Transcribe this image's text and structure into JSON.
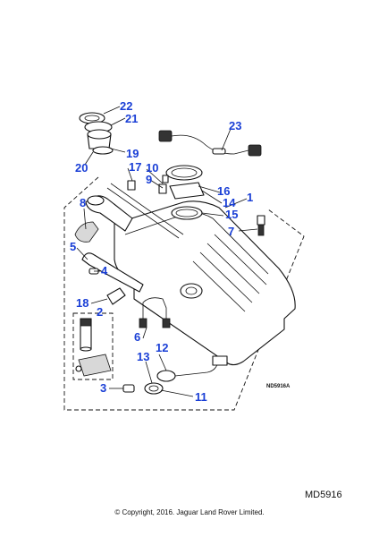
{
  "diagram": {
    "reference_code": "ND5916A",
    "diagram_id": "MD5916",
    "copyright": "© Copyright, 2016. Jaguar Land Rover Limited.",
    "callouts": {
      "c1": "1",
      "c2": "2",
      "c3": "3",
      "c4": "4",
      "c5": "5",
      "c6": "6",
      "c7": "7",
      "c8": "8",
      "c9": "9",
      "c10": "10",
      "c11": "11",
      "c12": "12",
      "c13": "13",
      "c14": "14",
      "c15": "15",
      "c16": "16",
      "c17": "17",
      "c18": "18",
      "c19": "19",
      "c20": "20",
      "c21": "21",
      "c22": "22",
      "c23": "23"
    },
    "colors": {
      "callout": "#1a3fd6",
      "line": "#111111",
      "background": "#ffffff"
    }
  }
}
